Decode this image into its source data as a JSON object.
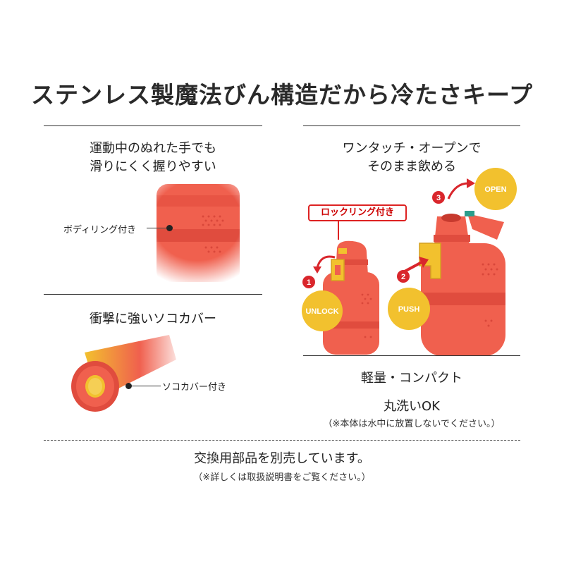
{
  "title": "ステンレス製魔法びん構造だから冷たさキープ",
  "grip": {
    "caption_line1": "運動中のぬれた手でも",
    "caption_line2": "滑りにくく握りやすい",
    "label": "ボディリング付き"
  },
  "bottom_cover": {
    "caption": "衝撃に強いソコカバー",
    "label": "ソコカバー付き"
  },
  "one_touch": {
    "caption_line1": "ワンタッチ・オープンで",
    "caption_line2": "そのまま飲める",
    "lock_ring_tag": "ロックリング付き",
    "step1_number": "1",
    "step1_label": "UNLOCK",
    "step2_number": "2",
    "step2_label": "PUSH",
    "step3_number": "3",
    "step3_label": "OPEN"
  },
  "features": {
    "lightweight": "軽量・コンパクト",
    "washable": "丸洗いOK",
    "washable_note": "（※本体は水中に放置しないでください。）"
  },
  "footer": {
    "parts": "交換用部品を別売しています。",
    "note": "（※詳しくは取扱説明書をご覧ください。）"
  },
  "colors": {
    "bottle": "#f0604e",
    "bottle_dark": "#d84a3c",
    "accent_yellow": "#f2c12e",
    "step_red": "#d9262c"
  }
}
